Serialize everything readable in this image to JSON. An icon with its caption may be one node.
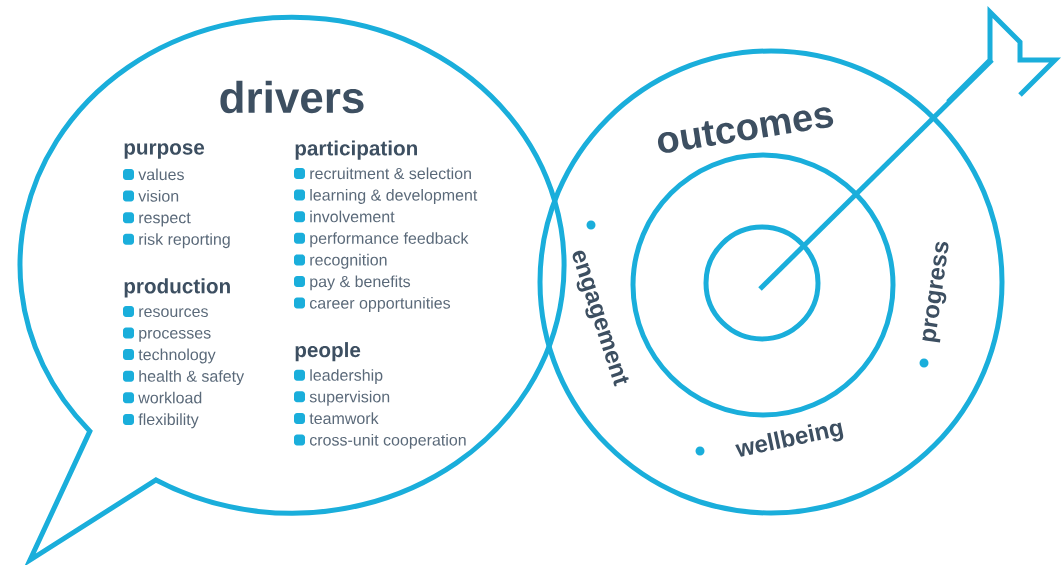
{
  "diagram": {
    "nodes": [
      {
        "text": [
          "drivers"
        ]
      },
      {
        "text": [
          "outcomes",
          "engagement",
          "wellbeing",
          "progress"
        ]
      },
      {
        "text": [],
        "shape": "circle",
        "in": 1
      },
      {
        "text": [],
        "shape": "circle",
        "in": 2
      }
    ],
    "edges": [],
    "labels": [
      "purpose",
      "values",
      "vision",
      "respect",
      "risk reporting",
      "production",
      "resources",
      "processes",
      "technology",
      "health & safety",
      "workload",
      "flexibility",
      "participation",
      "recruitment & selection",
      "learning & development",
      "involvement",
      "performance feedback",
      "recognition",
      "pay & benefits",
      "career opportunities",
      "people",
      "leadership",
      "supervision",
      "teamwork",
      "cross-unit cooperation"
    ]
  }
}
